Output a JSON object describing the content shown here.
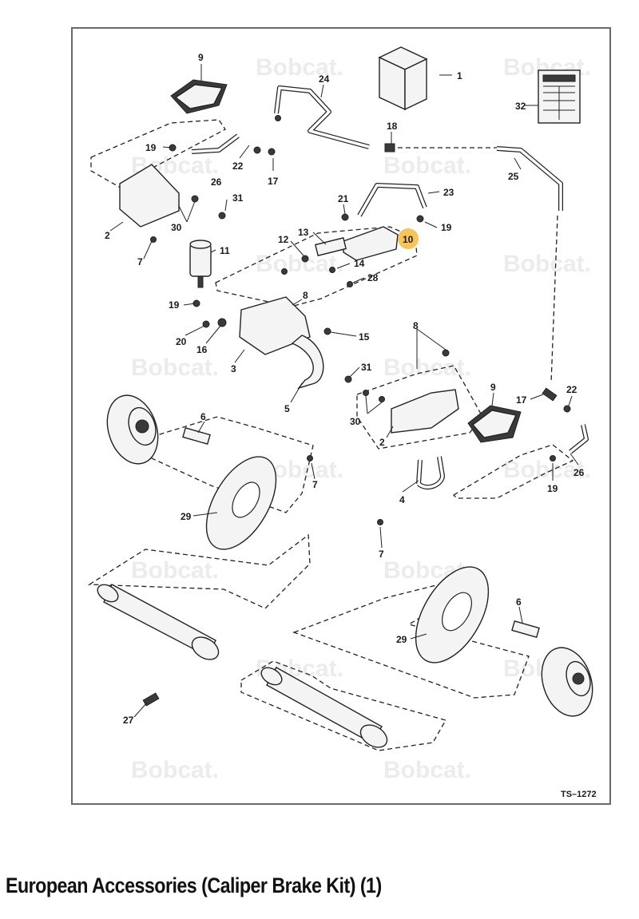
{
  "diagram": {
    "figure_code": "TS–1272",
    "watermark_text": "Bobcat.",
    "highlight_color": "#f5c45a",
    "callouts": [
      "1",
      "2",
      "3",
      "4",
      "5",
      "6",
      "7",
      "8",
      "9",
      "10",
      "11",
      "12",
      "13",
      "14",
      "15",
      "16",
      "17",
      "18",
      "19",
      "20",
      "21",
      "22",
      "23",
      "24",
      "25",
      "26",
      "27",
      "28",
      "29",
      "30",
      "31",
      "32"
    ],
    "highlighted_callout": "10"
  },
  "page": {
    "title": "European Accessories (Caliper Brake Kit) (1)"
  }
}
